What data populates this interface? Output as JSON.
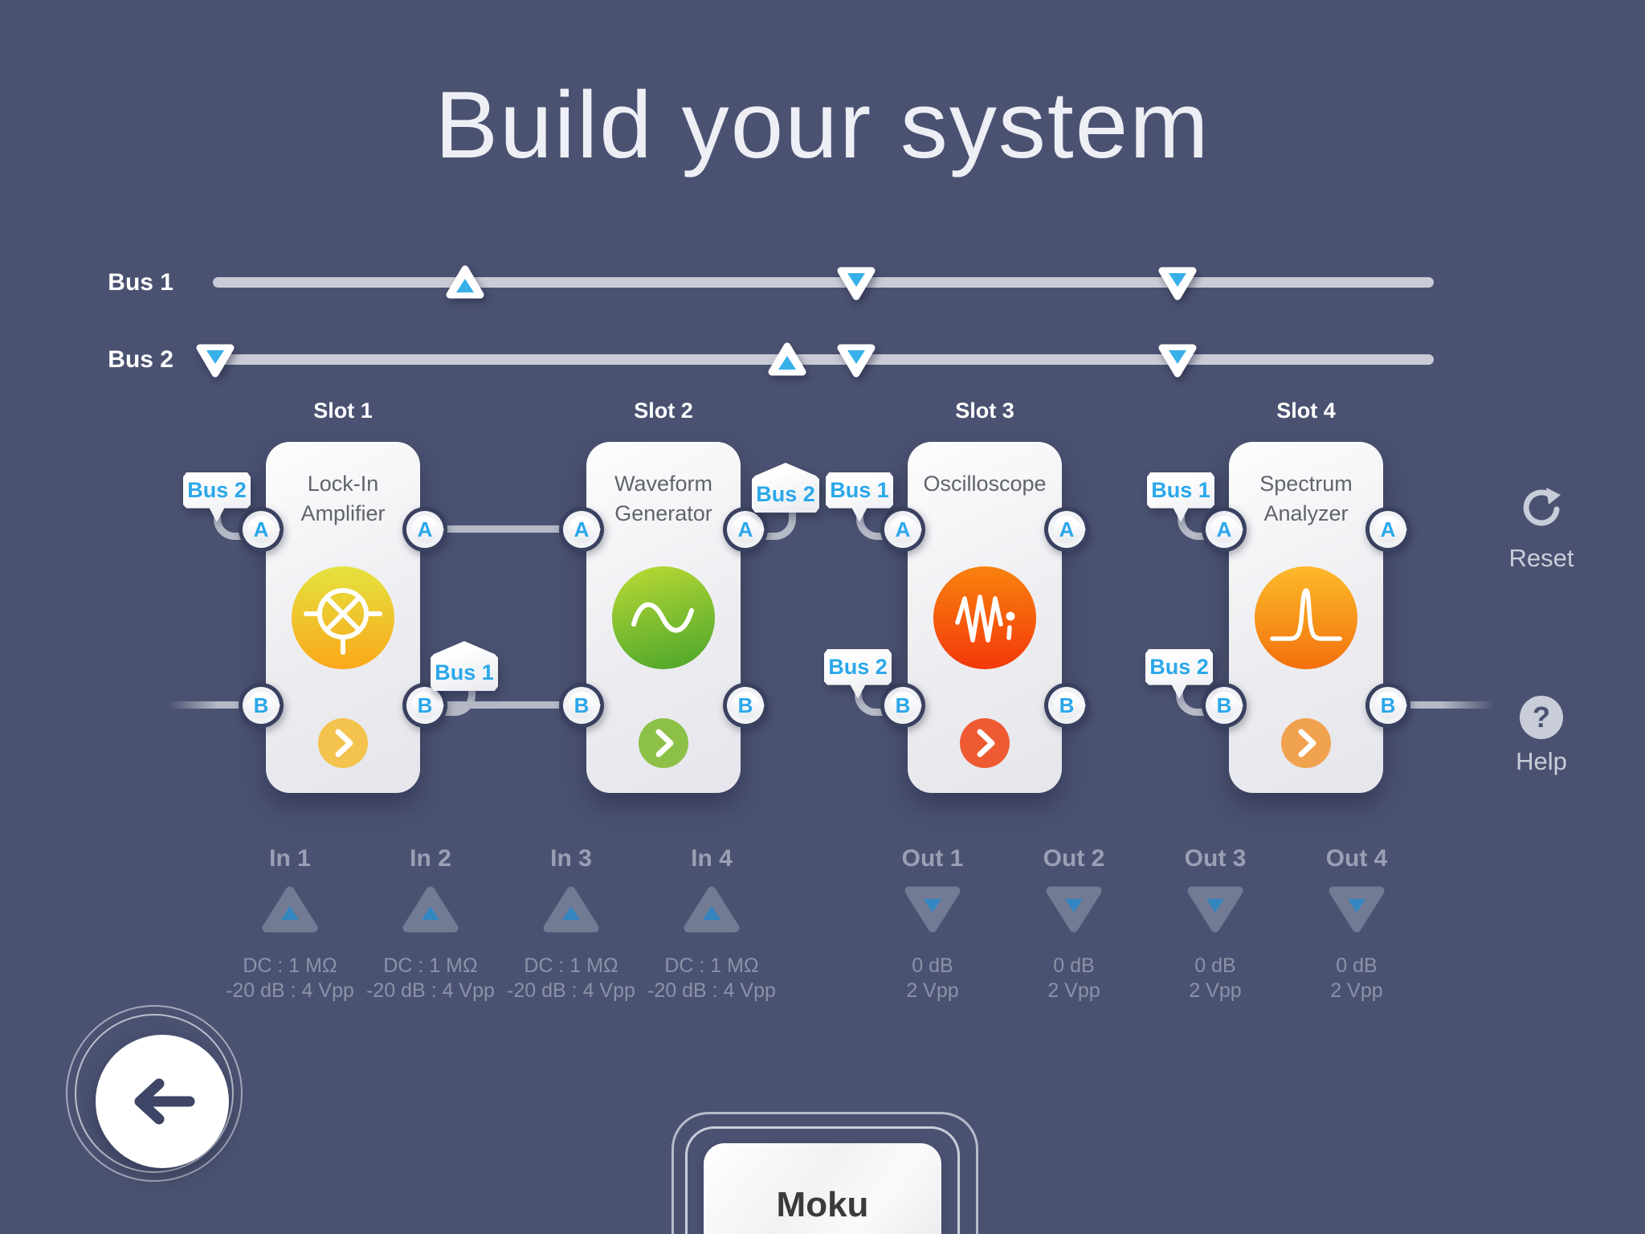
{
  "title": "Build your system",
  "buses": [
    {
      "label": "Bus 1",
      "taps": [
        "output",
        "input",
        "input"
      ]
    },
    {
      "label": "Bus 2",
      "taps": [
        "input",
        "output",
        "input",
        "input"
      ]
    }
  ],
  "slots": [
    {
      "header": "Slot 1",
      "instrument": "Lock-In Amplifier",
      "title_line1": "Lock-In",
      "title_line2": "Amplifier",
      "icon": "lock-in-amplifier-icon",
      "port_a": "A",
      "port_b": "B",
      "circle_gradient": [
        "#e4e23e",
        "#fba819"
      ],
      "chevron_color": "#f4c34d",
      "connections": {
        "input_a": "Bus 2",
        "output_b": "Bus 1"
      }
    },
    {
      "header": "Slot 2",
      "instrument": "Waveform Generator",
      "title_line1": "Waveform",
      "title_line2": "Generator",
      "icon": "waveform-generator-icon",
      "port_a": "A",
      "port_b": "B",
      "circle_gradient": [
        "#bcdb34",
        "#49a52b"
      ],
      "chevron_color": "#8dc047",
      "connections": {
        "output_a": "Bus 2"
      }
    },
    {
      "header": "Slot 3",
      "instrument": "Oscilloscope",
      "title_line1": "Oscilloscope",
      "title_line2": "",
      "icon": "oscilloscope-icon",
      "port_a": "A",
      "port_b": "B",
      "circle_gradient": [
        "#f8820f",
        "#f4380b"
      ],
      "chevron_color": "#ee5a32",
      "connections": {
        "input_a": "Bus 1",
        "input_b": "Bus 2"
      }
    },
    {
      "header": "Slot 4",
      "instrument": "Spectrum Analyzer",
      "title_line1": "Spectrum",
      "title_line2": "Analyzer",
      "icon": "spectrum-analyzer-icon",
      "port_a": "A",
      "port_b": "B",
      "circle_gradient": [
        "#fcb92a",
        "#f4700e"
      ],
      "chevron_color": "#f1a24e",
      "connections": {
        "input_a": "Bus 1",
        "input_b": "Bus 2"
      }
    }
  ],
  "tags": [
    {
      "label": "Bus 2",
      "direction": "down",
      "connection": "slot1-input-a"
    },
    {
      "label": "Bus 1",
      "direction": "up",
      "connection": "slot1-output-b"
    },
    {
      "label": "Bus 2",
      "direction": "up",
      "connection": "slot2-output-a"
    },
    {
      "label": "Bus 1",
      "direction": "down",
      "connection": "slot3-input-a"
    },
    {
      "label": "Bus 2",
      "direction": "down",
      "connection": "slot3-input-b"
    },
    {
      "label": "Bus 1",
      "direction": "down",
      "connection": "slot4-input-a"
    },
    {
      "label": "Bus 2",
      "direction": "down",
      "connection": "slot4-input-b"
    }
  ],
  "io": {
    "inputs": [
      {
        "label": "In 1",
        "coupling": "DC : 1 MΩ",
        "attenuation": "-20 dB : 4 Vpp"
      },
      {
        "label": "In 2",
        "coupling": "DC : 1 MΩ",
        "attenuation": "-20 dB : 4 Vpp"
      },
      {
        "label": "In 3",
        "coupling": "DC : 1 MΩ",
        "attenuation": "-20 dB : 4 Vpp"
      },
      {
        "label": "In 4",
        "coupling": "DC : 1 MΩ",
        "attenuation": "-20 dB : 4 Vpp"
      }
    ],
    "outputs": [
      {
        "label": "Out 1",
        "gain": "0 dB",
        "range": "2 Vpp"
      },
      {
        "label": "Out 2",
        "gain": "0 dB",
        "range": "2 Vpp"
      },
      {
        "label": "Out 3",
        "gain": "0 dB",
        "range": "2 Vpp"
      },
      {
        "label": "Out 4",
        "gain": "0 dB",
        "range": "2 Vpp"
      }
    ]
  },
  "actions": {
    "reset_label": "Reset",
    "help_label": "Help"
  },
  "device": {
    "name": "Moku"
  },
  "colors": {
    "background": "#4b5271",
    "accent_blue": "#2ba7ea",
    "tap_blue": "#37b0ea",
    "bus_line": "#c9ccd6",
    "connection_line": "#b6bac7",
    "text_light": "#c9cdd9",
    "card_text": "#5f646c"
  }
}
